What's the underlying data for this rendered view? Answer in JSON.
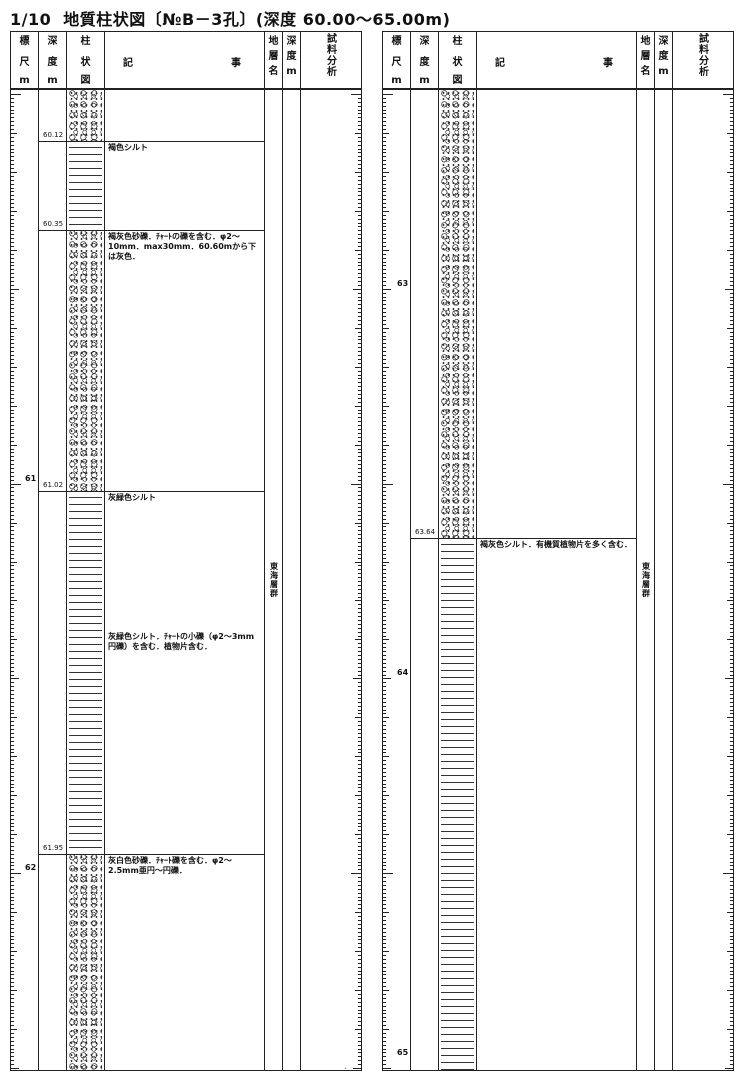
{
  "title": {
    "scale": "1/10",
    "text": "地質柱状図〔№B－3孔〕(深度 60.00～65.00m)"
  },
  "headers": {
    "scale_col": [
      "標",
      "尺",
      "m"
    ],
    "depth_col": [
      "深",
      "度",
      "m"
    ],
    "column_col": [
      "柱",
      "状",
      "図"
    ],
    "desc_col": [
      "記",
      "事"
    ],
    "formation_col": [
      "地",
      "層",
      "名"
    ],
    "depth2_col": [
      "深",
      "度",
      "m"
    ],
    "sample_col": [
      "試",
      "料",
      "分",
      "析"
    ]
  },
  "formation_name": "東海層群",
  "panels": [
    {
      "meter_labels": [
        {
          "depth": 61,
          "text": "61"
        },
        {
          "depth": 62,
          "text": "62"
        }
      ],
      "range": [
        60.0,
        62.5
      ],
      "boundaries": [
        {
          "depth": 60.12,
          "label": "60.12"
        },
        {
          "depth": 60.35,
          "label": "60.35"
        },
        {
          "depth": 61.02,
          "label": "61.02"
        },
        {
          "depth": 61.95,
          "label": "61.95"
        }
      ],
      "layers": [
        {
          "from": 60.0,
          "to": 60.12,
          "pattern": "gravel",
          "desc": ""
        },
        {
          "from": 60.12,
          "to": 60.35,
          "pattern": "silt",
          "desc": "褐色シルト"
        },
        {
          "from": 60.35,
          "to": 61.02,
          "pattern": "gravel",
          "desc": "褐灰色砂礫．ﾁｬｰﾄの礫を含む．φ2～10mm．max30mm．60.60mから下は灰色．"
        },
        {
          "from": 61.02,
          "to": 61.95,
          "pattern": "silt",
          "desc": "灰緑色シルト"
        },
        {
          "from": 61.95,
          "to": 62.5,
          "pattern": "gravel",
          "desc": "灰白色砂礫．ﾁｬｰﾄ礫を含む．φ2～2.5mm亜円～円礫．"
        }
      ],
      "notes": [
        {
          "depth": 61.38,
          "text": "灰緑色シルト．ﾁｬｰﾄの小礫（φ2～3mm円礫）を含む．植物片含む．"
        }
      ],
      "formation_depth": 61.2
    },
    {
      "meter_labels": [
        {
          "depth": 63,
          "text": "63"
        },
        {
          "depth": 64,
          "text": "64"
        },
        {
          "depth": 65,
          "text": "65"
        }
      ],
      "range": [
        62.5,
        65.0
      ],
      "boundaries": [
        {
          "depth": 63.64,
          "label": "63.64"
        }
      ],
      "layers": [
        {
          "from": 62.5,
          "to": 63.64,
          "pattern": "gravel",
          "desc": ""
        },
        {
          "from": 63.64,
          "to": 65.0,
          "pattern": "silt",
          "desc": "褐灰色シルト．有機質植物片を多く含む．"
        }
      ],
      "notes": [],
      "formation_depth": 63.7
    }
  ]
}
